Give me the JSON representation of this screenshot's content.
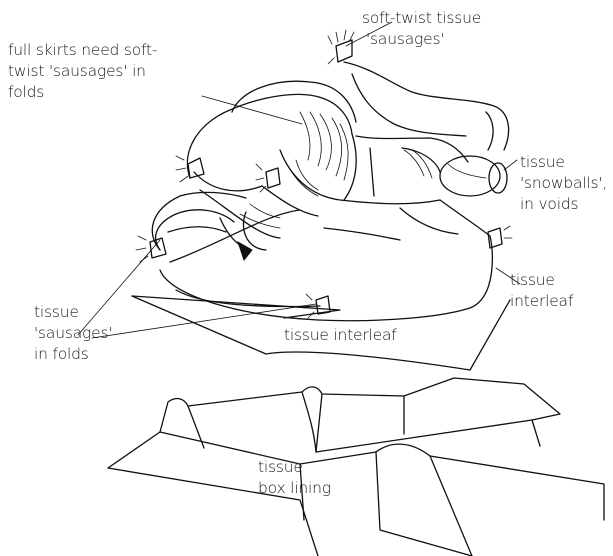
{
  "labels": {
    "soft_twist_top": [
      "soft-twist tissue",
      "'sausages'"
    ],
    "full_skirts": [
      "full skirts need soft-",
      "twist 'sausages' in",
      "folds"
    ],
    "snowballs": [
      "tissue",
      "'snowballs',",
      "in voids"
    ],
    "interleaf_right": [
      "tissue",
      "interleaf"
    ],
    "sausages_folds": [
      "tissue",
      "'sausages'",
      "in folds"
    ],
    "interleaf_bottom": [
      "tissue interleaf"
    ],
    "box_lining": [
      "tissue",
      "box lining"
    ]
  }
}
